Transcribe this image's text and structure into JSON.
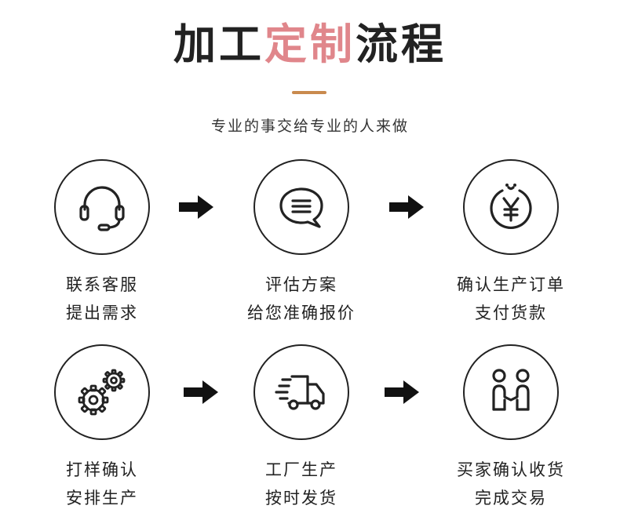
{
  "title": {
    "part1": "加工",
    "part2": "定制",
    "part3": "流程"
  },
  "subtitle": "专业的事交给专业的人来做",
  "colors": {
    "accent": "#e0868b",
    "dark": "#222222",
    "divider": "#c98a4e"
  },
  "steps": [
    {
      "icon": "headset-icon",
      "line1": "联系客服",
      "line2": "提出需求"
    },
    {
      "icon": "chat-bubble-icon",
      "line1": "评估方案",
      "line2": "给您准确报价"
    },
    {
      "icon": "yen-coin-icon",
      "line1": "确认生产订单",
      "line2": "支付货款"
    },
    {
      "icon": "gears-icon",
      "line1": "打样确认",
      "line2": "安排生产"
    },
    {
      "icon": "delivery-truck-icon",
      "line1": "工厂生产",
      "line2": "按时发货"
    },
    {
      "icon": "handshake-icon",
      "line1": "买家确认收货",
      "line2": "完成交易"
    }
  ]
}
